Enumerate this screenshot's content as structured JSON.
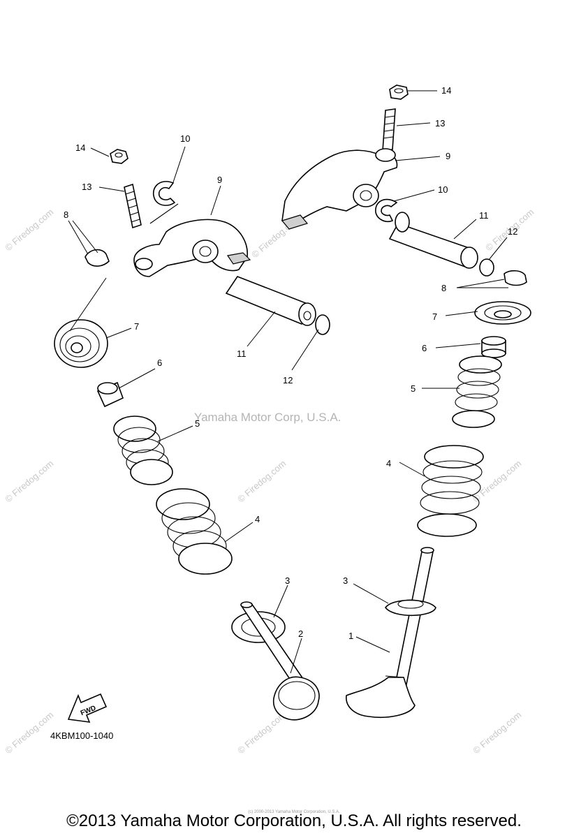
{
  "diagram": {
    "center_watermark": "Yamaha Motor Corp, U.S.A.",
    "side_watermark": "© Firedog.com",
    "drawing_code": "4KBM100-1040",
    "fwd_label": "FWD",
    "callouts": [
      "1",
      "2",
      "3",
      "3",
      "4",
      "4",
      "5",
      "5",
      "6",
      "6",
      "7",
      "7",
      "8",
      "8",
      "9",
      "9",
      "10",
      "10",
      "11",
      "11",
      "12",
      "12",
      "13",
      "13",
      "14",
      "14"
    ]
  },
  "footer": {
    "fine_print": "(c) 2000-2013 Yamaha Motor Corporation, U.S.A.",
    "copyright": "©2013 Yamaha Motor Corporation, U.S.A. All rights reserved."
  }
}
